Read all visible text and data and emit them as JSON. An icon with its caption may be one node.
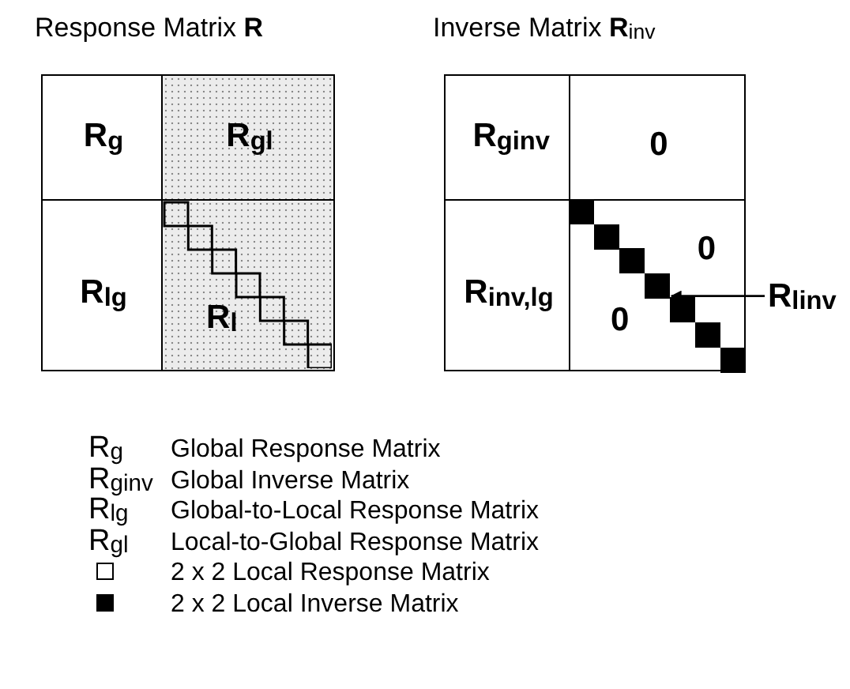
{
  "diagram": {
    "nodes": [
      {
        "text": [
          "Response Matrix **R**"
        ]
      },
      {
        "text": [
          "R$_{g}$"
        ],
        "in": 0
      },
      {
        "text": [
          "R$_{gl}$"
        ],
        "in": 0
      },
      {
        "text": [
          "R$_{lg}$"
        ],
        "in": 0
      },
      {
        "text": [
          "R$_{l}$"
        ],
        "in": 0
      },
      {
        "text": [
          "Inverse Matrix  **R**$_{inv}$"
        ]
      },
      {
        "text": [
          "R$_{ginv}$"
        ],
        "in": 5
      },
      {
        "text": [
          "0"
        ],
        "in": 5
      },
      {
        "text": [
          "R$_{inv,lg}$"
        ],
        "in": 5
      },
      {
        "text": [
          "0",
          "0"
        ],
        "in": 5
      },
      {
        "text": [],
        "shape": "box",
        "in": 9
      },
      {
        "text": [],
        "shape": "box",
        "in": 9
      },
      {
        "text": [],
        "shape": "box",
        "in": 9
      },
      {
        "text": [],
        "shape": "box",
        "in": 9
      },
      {
        "text": [],
        "shape": "box",
        "in": 9
      },
      {
        "text": [],
        "shape": "box",
        "in": 9
      },
      {
        "text": [],
        "shape": "box",
        "in": 9
      },
      {
        "text": [
          "R$_{linv}$"
        ]
      }
    ],
    "edges": [
      {
        "from": 17,
        "to": 13,
        "arrow": "to"
      }
    ],
    "labels": [
      "R$_{g}$",
      "Global Response Matrix",
      "R$_{ginv}$",
      "Global Inverse Matrix",
      "R$_{lg}$",
      "Global-to-Local Response Matrix",
      "R$_{gl}$",
      "Local-to-Global Response Matrix"
    ],
    "legend": [
      {
        "text": "2 x 2 Local Response Matrix"
      },
      {
        "text": "2 x 2 Local Inverse Matrix",
        "color": "#000000"
      }
    ]
  }
}
